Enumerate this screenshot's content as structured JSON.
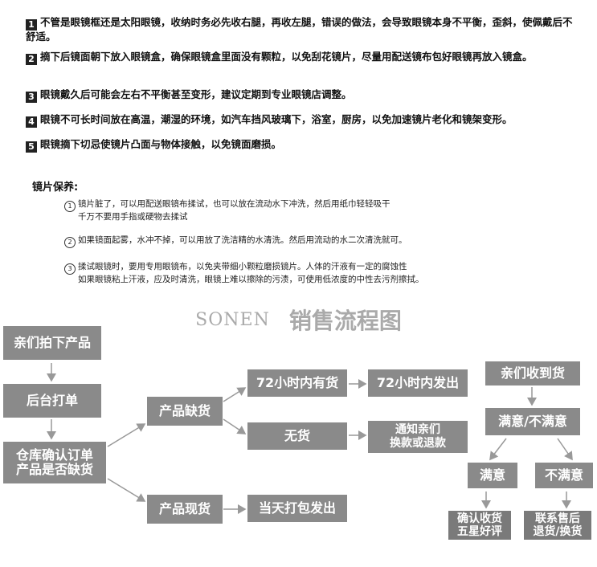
{
  "notes": [
    {
      "n": "1",
      "text": "不管是眼镜框还是太阳眼镜，收纳时务必先收右腿，再收左腿，错误的做法，会导致眼镜本身不平衡，歪斜，使佩戴后不舒适。"
    },
    {
      "n": "2",
      "text": "摘下后镜面朝下放入眼镜盒，确保眼镜盒里面没有颗粒，以免刮花镜片，尽量用配送镜布包好眼镜再放入镜盒。"
    },
    {
      "n": "3",
      "text": "眼镜戴久后可能会左右不平衡甚至变形，建议定期到专业眼镜店调整。"
    },
    {
      "n": "4",
      "text": "眼镜不可长时间放在高温，潮湿的环境，如汽车挡风玻璃下，浴室，厨房，以免加速镜片老化和镜架变形。"
    },
    {
      "n": "5",
      "text": "眼镜摘下切忌使镜片凸面与物体接触，以免镜面磨损。"
    }
  ],
  "lens_care": {
    "title": "镜片保养:",
    "items": [
      {
        "n": "1",
        "line1": "镜片脏了，可以用配送眼镜布揉试，也可以放在流动水下冲洗，然后用纸巾轻轻吸干",
        "line2": "千万不要用手指或硬物去揉试"
      },
      {
        "n": "2",
        "line1": "如果镜面起雾，水冲不掉，可以用放了洗洁精的水清洗。然后用流动的水二次清洗就可。",
        "line2": ""
      },
      {
        "n": "3",
        "line1": "揉试眼镜时，要用专用眼镜布，以免夹带细小颗粒磨损镜片。人体的汗液有一定的腐蚀性",
        "line2": "如果眼镜粘上汗液，应及时清洗，眼镜上难以擦除的污渍，可使用低浓度的中性去污剂擦拭。"
      }
    ]
  },
  "flow": {
    "brand": "SONEN",
    "title": "销售流程图",
    "nodes": {
      "order": "亲们拍下产品",
      "backend": "后台打单",
      "warehouse_1": "仓库确认订单",
      "warehouse_2": "产品是否缺货",
      "shortage": "产品缺货",
      "in_72h": "72小时内有货",
      "ship_72h": "72小时内发出",
      "none": "无货",
      "notify_1": "通知亲们",
      "notify_2": "换款或退款",
      "in_stock": "产品现货",
      "same_day": "当天打包发出",
      "received": "亲们收到货",
      "satisfied_or_not": "满意/不满意",
      "satisfied": "满意",
      "unsatisfied": "不满意",
      "confirm_1": "确认收货",
      "confirm_2": "五星好评",
      "contact_1": "联系售后",
      "contact_2": "退货/换货"
    }
  }
}
